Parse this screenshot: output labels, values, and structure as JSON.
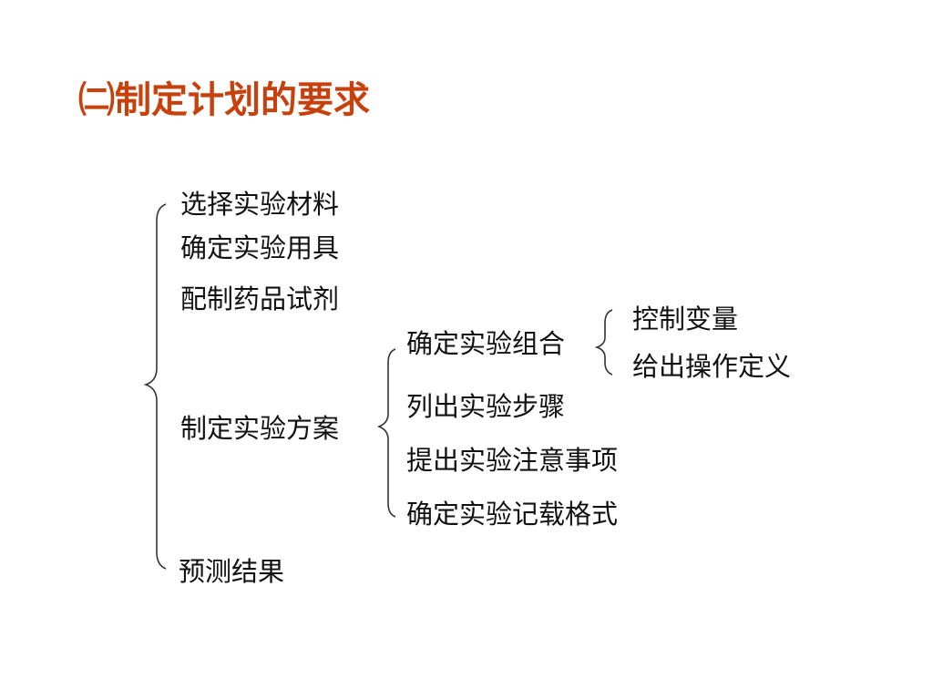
{
  "title": "㈡制定计划的要求",
  "colors": {
    "title": "#c8400c",
    "text": "#111111",
    "brace": "#333333"
  },
  "tree": {
    "level1": [
      "选择实验材料",
      "确定实验用具",
      "配制药品试剂",
      "制定实验方案",
      "预测结果"
    ],
    "plan_children": [
      "确定实验组合",
      "列出实验步骤",
      "提出实验注意事项",
      "确定实验记载格式"
    ],
    "combination_children": [
      "控制变量",
      "给出操作定义"
    ]
  }
}
